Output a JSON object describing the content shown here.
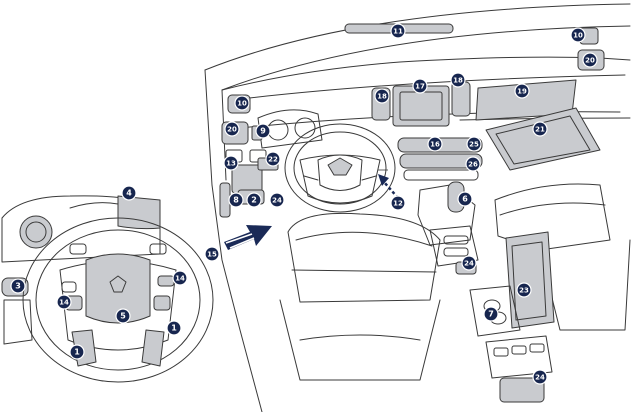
{
  "colors": {
    "line": "#3a3a3a",
    "fill": "#c9cbcf",
    "marker_bg": "#17264f",
    "marker_text": "#ffffff",
    "arrow": "#1a2a57"
  },
  "markers": [
    {
      "label": "1"
    },
    {
      "label": "1"
    },
    {
      "label": "2"
    },
    {
      "label": "3"
    },
    {
      "label": "4"
    },
    {
      "label": "5"
    },
    {
      "label": "6"
    },
    {
      "label": "7"
    },
    {
      "label": "8"
    },
    {
      "label": "9"
    },
    {
      "label": "10"
    },
    {
      "label": "10"
    },
    {
      "label": "11"
    },
    {
      "label": "12"
    },
    {
      "label": "13"
    },
    {
      "label": "14"
    },
    {
      "label": "14"
    },
    {
      "label": "15"
    },
    {
      "label": "16"
    },
    {
      "label": "17"
    },
    {
      "label": "18"
    },
    {
      "label": "18"
    },
    {
      "label": "19"
    },
    {
      "label": "20"
    },
    {
      "label": "20"
    },
    {
      "label": "21"
    },
    {
      "label": "22"
    },
    {
      "label": "23"
    },
    {
      "label": "24"
    },
    {
      "label": "24"
    },
    {
      "label": "24"
    },
    {
      "label": "25"
    },
    {
      "label": "26"
    }
  ]
}
